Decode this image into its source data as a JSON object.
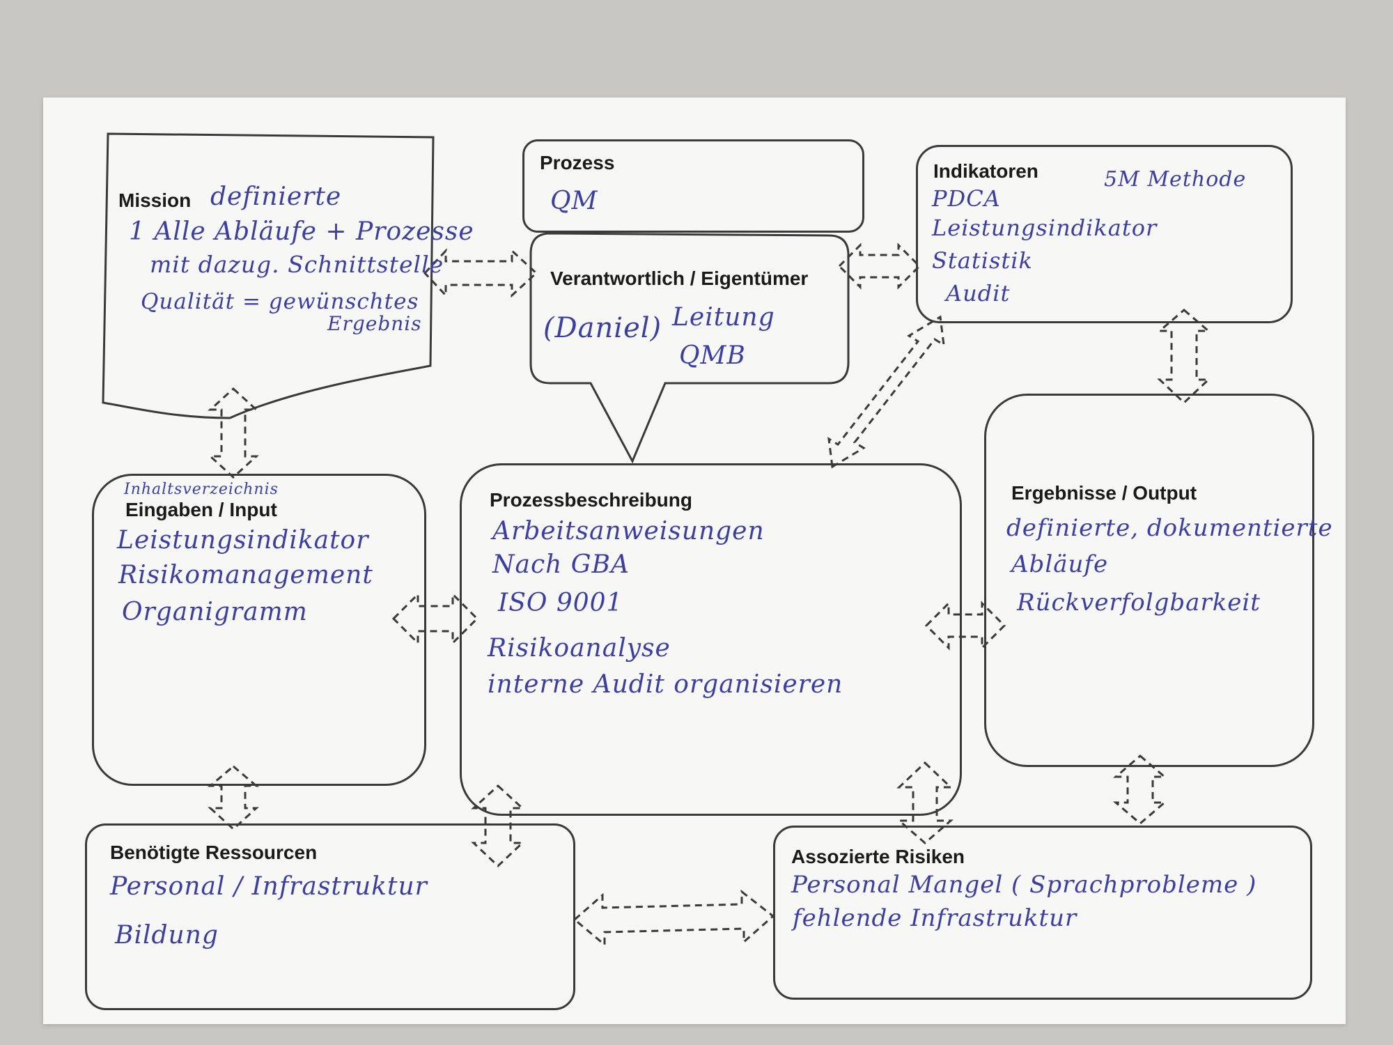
{
  "mission": {
    "title": "Mission",
    "notes": [
      "definierte",
      "1 Alle Abläufe + Prozesse",
      "mit dazug. Schnittstelle",
      "Qualität = gewünschtes",
      "Ergebnis"
    ]
  },
  "prozess": {
    "title": "Prozess",
    "notes": [
      "QM"
    ]
  },
  "verantwortlich": {
    "title": "Verantwortlich / Eigentümer",
    "notes": [
      "(Daniel)",
      "Leitung",
      "QMB"
    ]
  },
  "indikatoren": {
    "title": "Indikatoren",
    "notes": [
      "5M Methode",
      "PDCA",
      "Leistungsindikator",
      "Statistik",
      "Audit"
    ]
  },
  "eingaben": {
    "title": "Eingaben / Input",
    "top_note": "Inhaltsverzeichnis",
    "notes": [
      "Leistungsindikator",
      "Risikomanagement",
      "Organigramm"
    ]
  },
  "prozessbeschreibung": {
    "title": "Prozessbeschreibung",
    "notes": [
      "Arbeitsanweisungen",
      "Nach GBA",
      "ISO 9001",
      "Risikoanalyse",
      "interne Audit organisieren"
    ]
  },
  "ergebnisse": {
    "title": "Ergebnisse / Output",
    "notes": [
      "definierte, dokumentierte",
      "Abläufe",
      "Rückverfolgbarkeit"
    ]
  },
  "ressourcen": {
    "title": "Benötigte Ressourcen",
    "notes": [
      "Personal / Infrastruktur",
      "Bildung"
    ]
  },
  "risiken": {
    "title": "Assozierte Risiken",
    "notes": [
      "Personal Mangel ( Sprachprobleme )",
      "fehlende Infrastruktur"
    ]
  },
  "colors": {
    "ink": "#3a3fa0",
    "line": "#3a3a3a",
    "paper": "#f7f7f6"
  }
}
